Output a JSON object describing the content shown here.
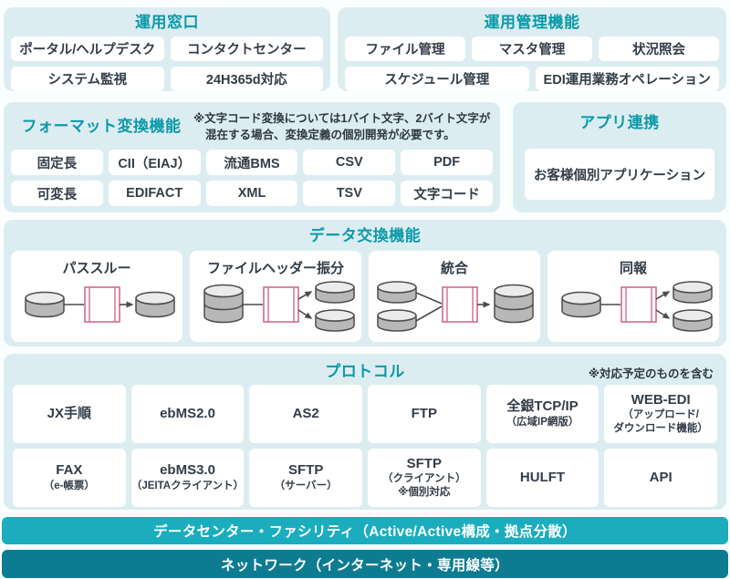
{
  "colors": {
    "panel_bg": "#dcedf2",
    "heading_teal": "#0b9aa8",
    "chip_text": "#333d47",
    "process_pink": "#d4688f",
    "bar_facility_bg": "#1badbd",
    "bar_network_bg": "#0d7c91"
  },
  "ops": {
    "heading": "運用窓口",
    "chips": [
      "ポータル/ヘルプデスク",
      "コンタクトセンター",
      "システム監視",
      "24H365d対応"
    ]
  },
  "mgmt": {
    "heading": "運用管理機能",
    "row1": [
      "ファイル管理",
      "マスタ管理",
      "状況照会"
    ],
    "row2": [
      "スケジュール管理",
      "EDI運用業務オペレーション"
    ]
  },
  "format": {
    "heading": "フォーマット変換機能",
    "note_line1": "※文字コード変換については1バイト文字、2バイト文字が",
    "note_line2": "混在する場合、変換定義の個別開発が必要です。",
    "chips": [
      "固定長",
      "CII（EIAJ）",
      "流通BMS",
      "CSV",
      "PDF",
      "可変長",
      "EDIFACT",
      "XML",
      "TSV",
      "文字コード"
    ]
  },
  "app": {
    "heading": "アプリ連携",
    "chip": "お客様個別アプリケーション"
  },
  "exchange": {
    "heading": "データ交換機能",
    "cards": [
      {
        "label": "パススルー"
      },
      {
        "label": "ファイルヘッダー振分"
      },
      {
        "label": "統合"
      },
      {
        "label": "同報"
      }
    ]
  },
  "protocol": {
    "heading": "プロトコル",
    "note": "※対応予定のものを含む",
    "chips": [
      {
        "label": "JX手順"
      },
      {
        "label": "ebMS2.0"
      },
      {
        "label": "AS2"
      },
      {
        "label": "FTP"
      },
      {
        "label": "全銀TCP/IP",
        "sub1": "（広域IP網版）"
      },
      {
        "label": "WEB-EDI",
        "sub1": "（アップロード/",
        "sub2": "ダウンロード機能）"
      },
      {
        "label": "FAX",
        "sub1": "（e-帳票）"
      },
      {
        "label": "ebMS3.0",
        "sub1": "（JEITAクライアント）"
      },
      {
        "label": "SFTP",
        "sub1": "（サーバー）"
      },
      {
        "label": "SFTP",
        "sub1": "（クライアント）",
        "sub2": "※個別対応"
      },
      {
        "label": "HULFT"
      },
      {
        "label": "API"
      }
    ]
  },
  "bars": {
    "facility": "データセンター・ファシリティ（Active/Active構成・拠点分散）",
    "network": "ネットワーク（インターネット・専用線等）"
  }
}
